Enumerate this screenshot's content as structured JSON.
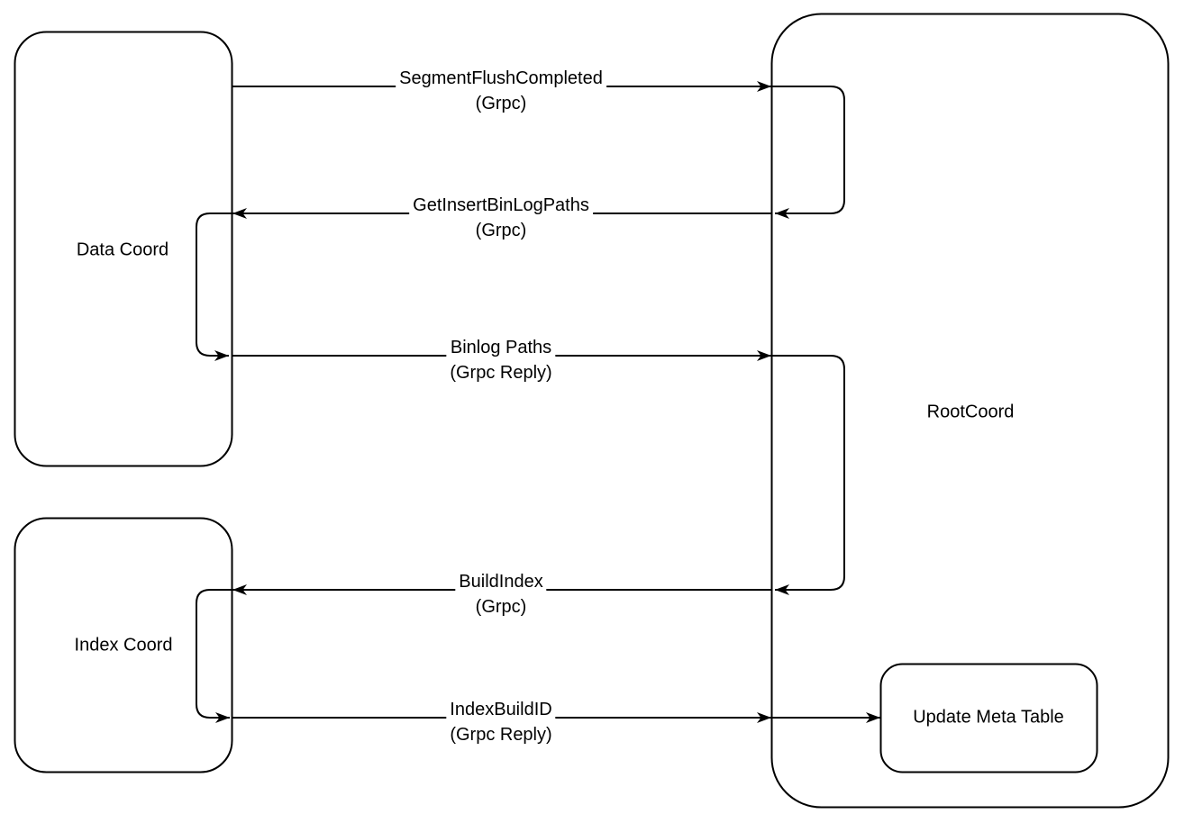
{
  "colors": {
    "background": "#ffffff",
    "stroke": "#000000",
    "text": "#000000"
  },
  "nodes": {
    "data_coord": {
      "label": "Data Coord"
    },
    "index_coord": {
      "label": "Index Coord"
    },
    "root_coord": {
      "label": "RootCoord"
    },
    "update_meta_table": {
      "label": "Update Meta Table"
    }
  },
  "messages": [
    {
      "name": "SegmentFlushCompleted",
      "protocol": "(Grpc)",
      "from": "Data Coord",
      "to": "RootCoord",
      "direction": "right"
    },
    {
      "name": "GetInsertBinLogPaths",
      "protocol": "(Grpc)",
      "from": "RootCoord",
      "to": "Data Coord",
      "direction": "left"
    },
    {
      "name": "Binlog Paths",
      "protocol": "(Grpc Reply)",
      "from": "Data Coord",
      "to": "RootCoord",
      "direction": "right"
    },
    {
      "name": "BuildIndex",
      "protocol": "(Grpc)",
      "from": "RootCoord",
      "to": "Index Coord",
      "direction": "left"
    },
    {
      "name": "IndexBuildID",
      "protocol": "(Grpc Reply)",
      "from": "Index Coord",
      "to": "Update Meta Table",
      "direction": "right"
    }
  ]
}
